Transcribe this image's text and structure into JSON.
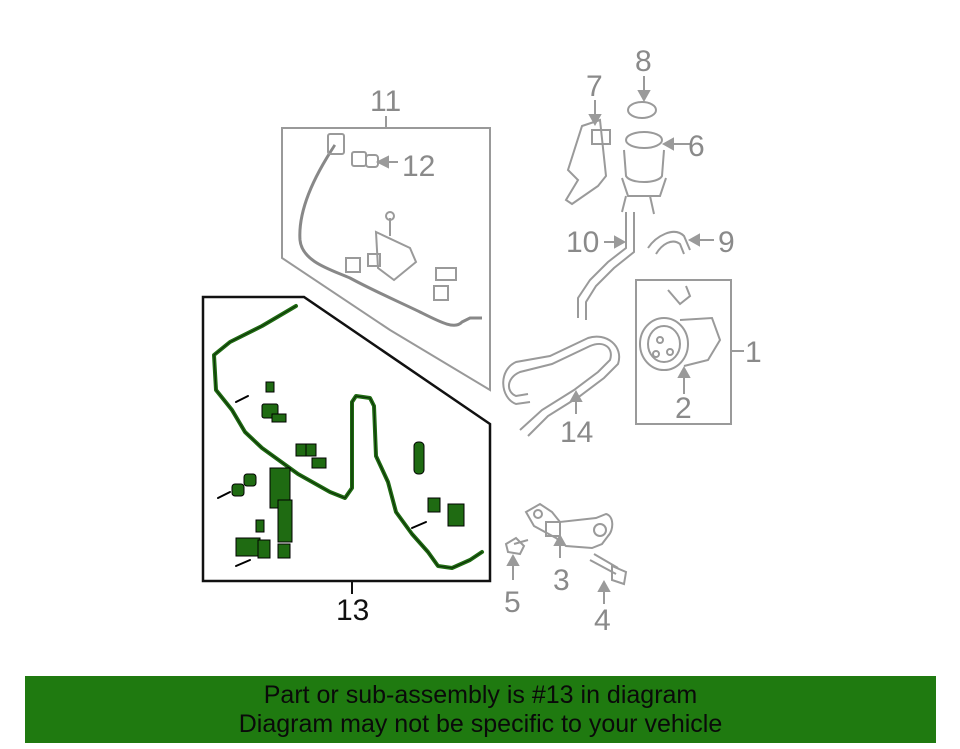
{
  "callouts": {
    "c1": "1",
    "c2": "2",
    "c3": "3",
    "c4": "4",
    "c5": "5",
    "c6": "6",
    "c7": "7",
    "c8": "8",
    "c9": "9",
    "c10": "10",
    "c11": "11",
    "c12": "12",
    "c13": "13",
    "c14": "14"
  },
  "highlighted_part": "13",
  "colors": {
    "highlight": "#1f6b12",
    "part_line": "#9a9a9a",
    "banner_bg": "#1f7a10",
    "banner_text": "#0a0a0a"
  },
  "banner": {
    "line1": "Part or sub-assembly is #13 in diagram",
    "line2": "Diagram may not be specific to your vehicle"
  }
}
